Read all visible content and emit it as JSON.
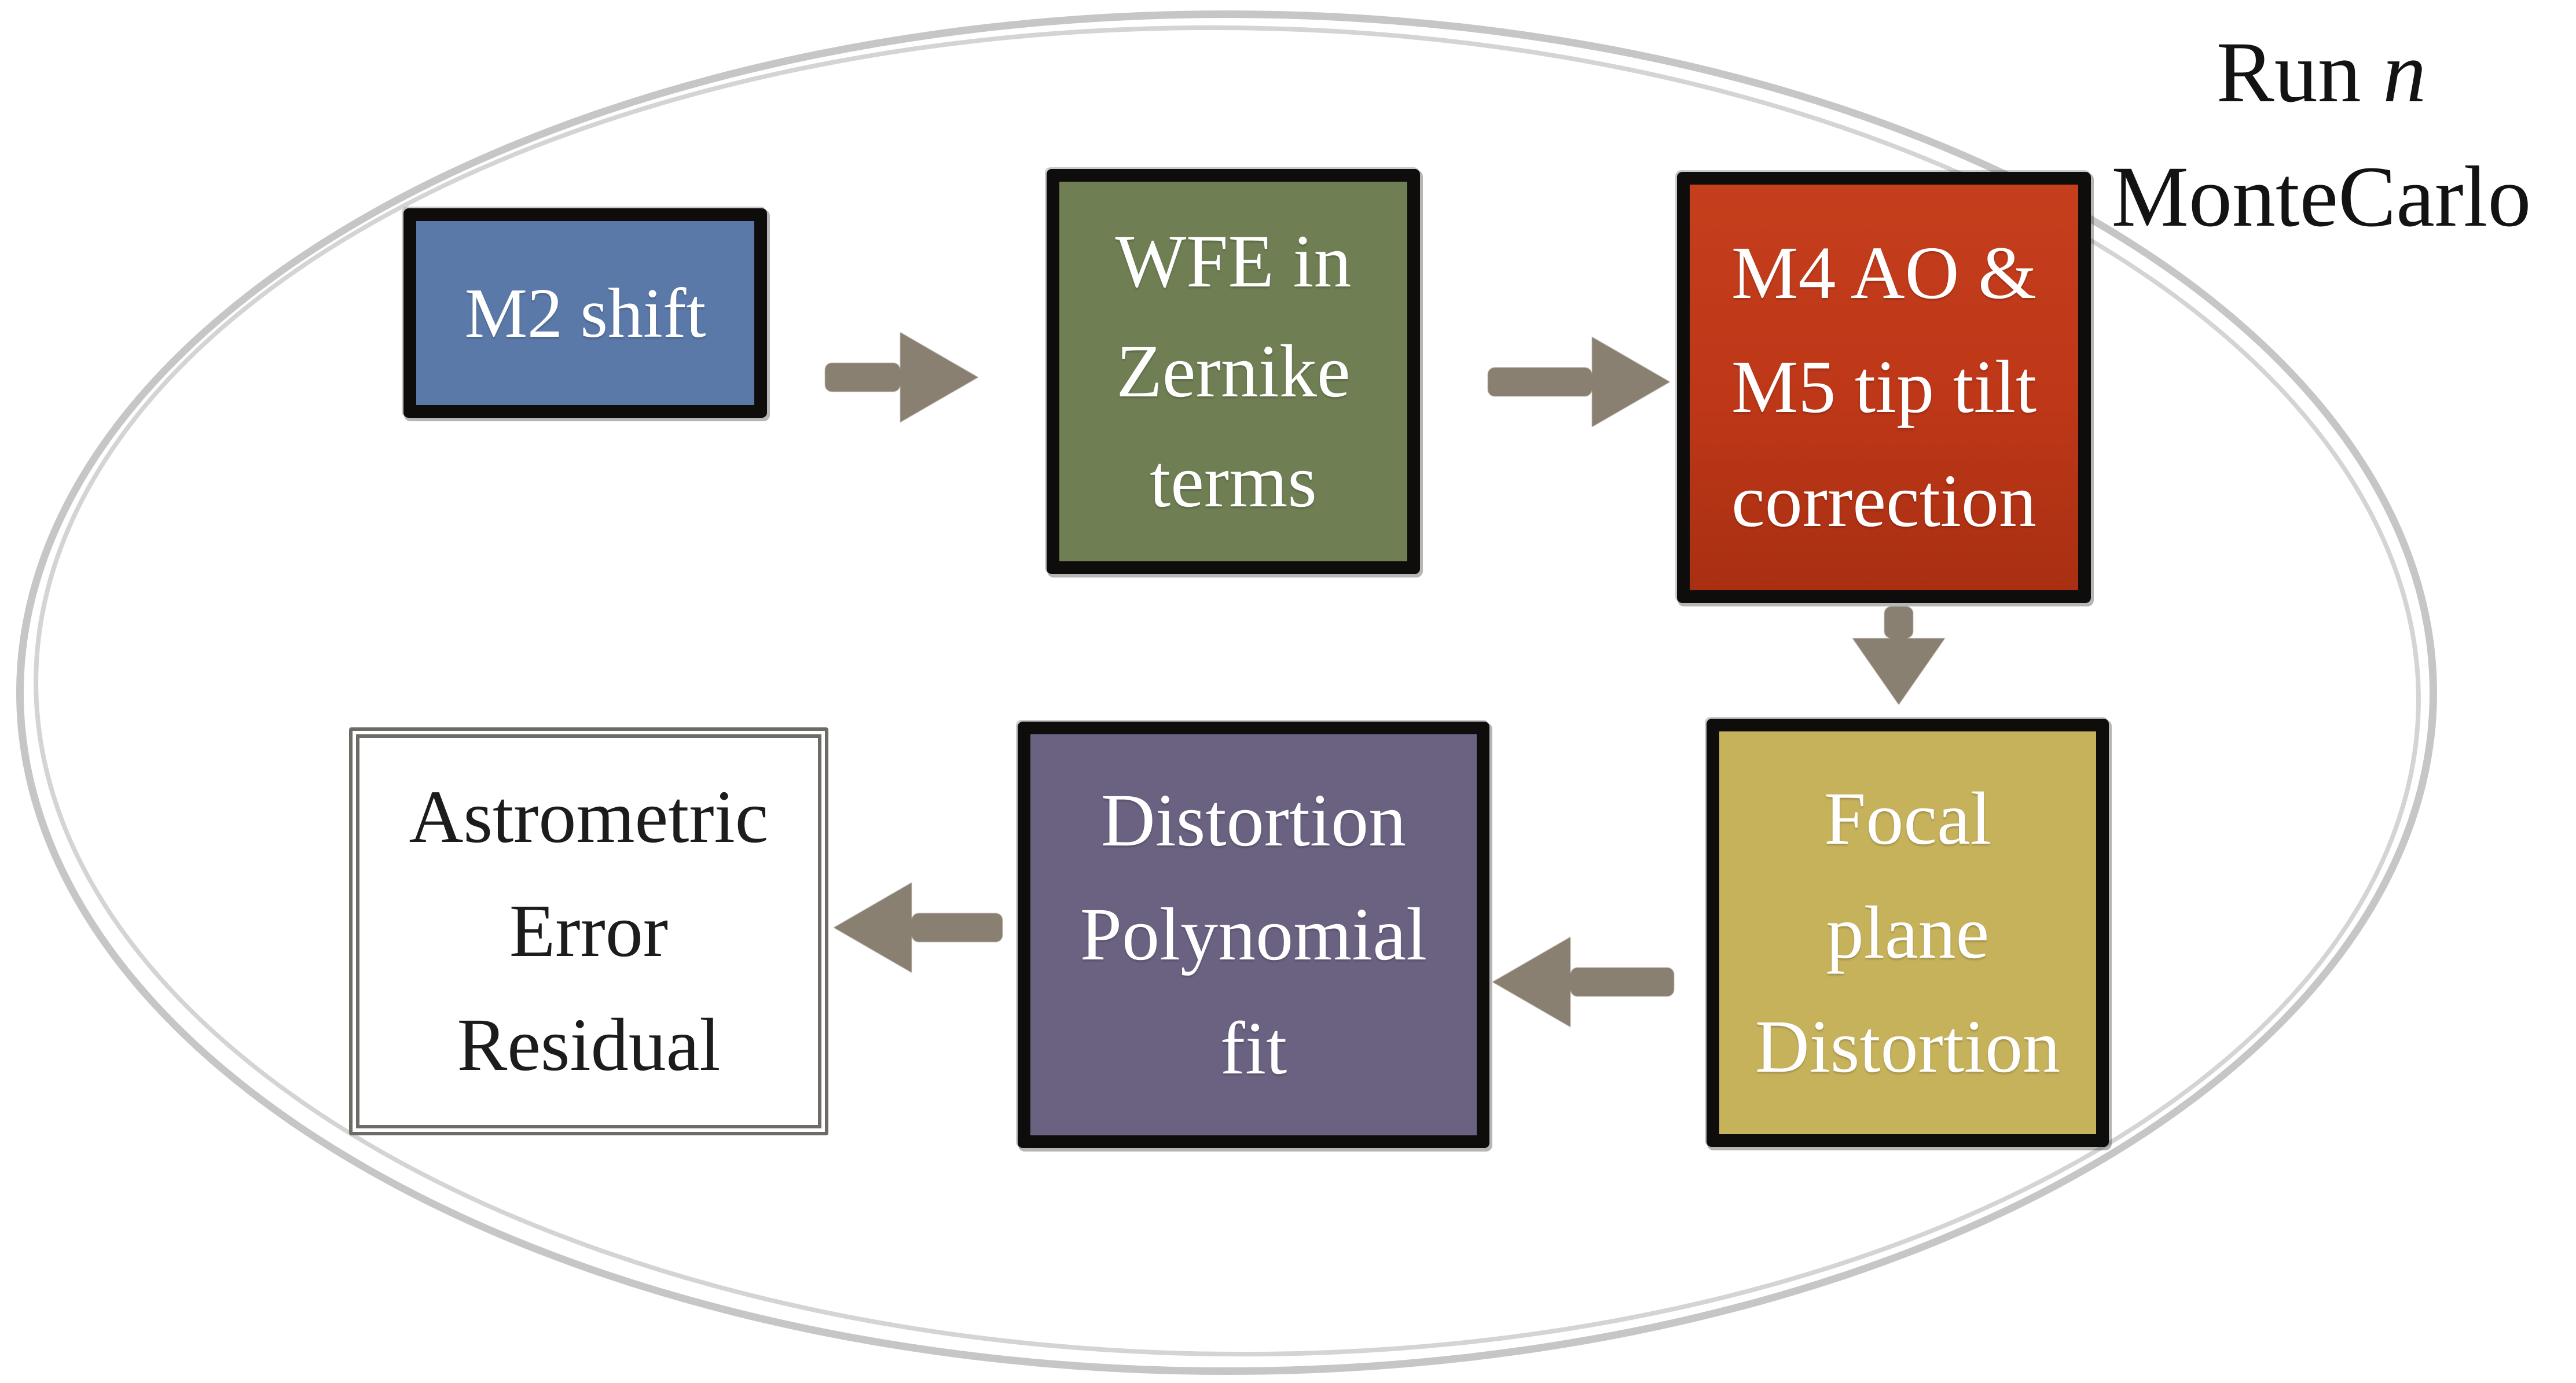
{
  "title_note": {
    "run_word": "Run ",
    "run_var": "n",
    "line2": "MonteCarlo"
  },
  "nodes": {
    "m2_shift": {
      "lines": [
        "M2 shift"
      ],
      "color": "#5b79a8"
    },
    "wfe": {
      "lines": [
        "WFE in",
        "Zernike",
        "terms"
      ],
      "color": "#6f7f53"
    },
    "m4m5": {
      "lines": [
        "M4 AO &",
        "M5 tip tilt",
        "correction"
      ],
      "color": "#bd3718"
    },
    "focal": {
      "lines": [
        "Focal",
        "plane",
        "Distortion"
      ],
      "color": "#c7b25c"
    },
    "poly": {
      "lines": [
        "Distortion",
        "Polynomial",
        "fit"
      ],
      "color": "#6b6282"
    },
    "astro": {
      "lines": [
        "Astrometric",
        "Error",
        "Residual"
      ],
      "color": "#ffffff"
    }
  },
  "style_tokens": {
    "arrow_color": "#8a8072",
    "ellipse_color": "#c6c6c6",
    "border_color": "#0e0d0c",
    "text_color_on_dark": "#ffffff",
    "text_color_on_light": "#1c1c1c"
  }
}
